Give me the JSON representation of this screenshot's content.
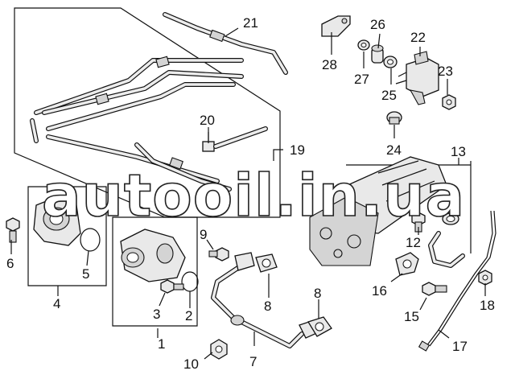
{
  "watermark": "autooil.in.ua",
  "callouts": [
    "1",
    "2",
    "3",
    "4",
    "5",
    "6",
    "7",
    "8",
    "8",
    "9",
    "10",
    "12",
    "13",
    "15",
    "16",
    "17",
    "18",
    "19",
    "20",
    "21",
    "22",
    "23",
    "24",
    "25",
    "26",
    "27",
    "28"
  ]
}
